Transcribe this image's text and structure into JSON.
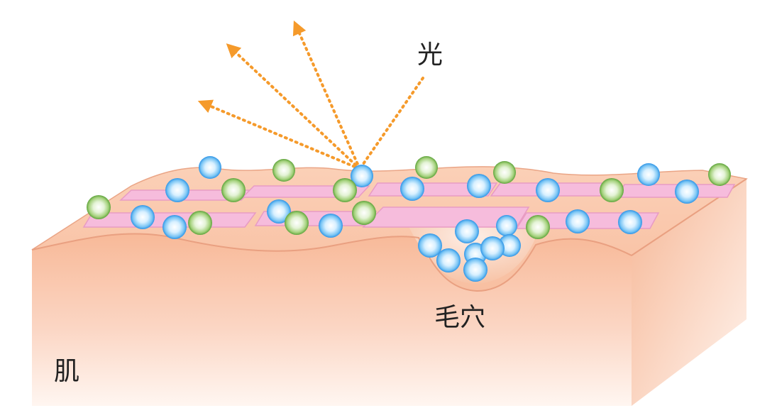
{
  "labels": {
    "light": "光",
    "pore": "毛穴",
    "skin": "肌"
  },
  "colors": {
    "skin_base": "#f9c7ab",
    "skin_top": "#f9c1a4",
    "skin_edge": "#eda98a",
    "flake": "#f6bcdc",
    "flake_edge": "#e89bc4",
    "light_arrow": "#f59a2b",
    "particle_blue": "#3ea6ef",
    "particle_green": "#6cb04a"
  }
}
